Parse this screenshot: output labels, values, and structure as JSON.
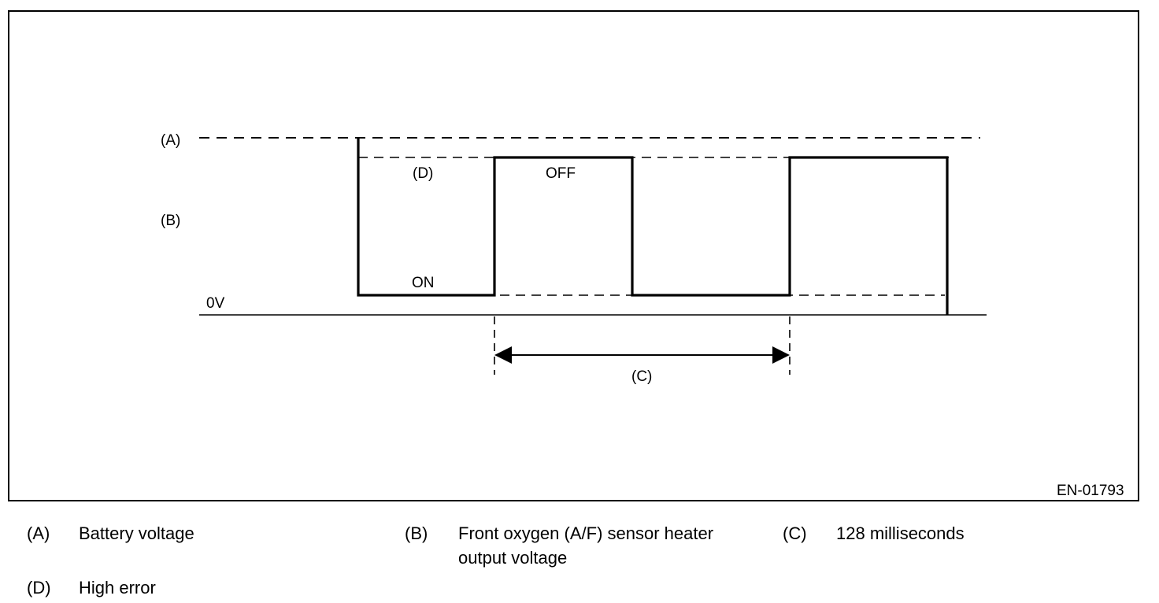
{
  "diagram": {
    "labels": {
      "a": "(A)",
      "b": "(B)",
      "d": "(D)",
      "c": "(C)",
      "zero_volt": "0V",
      "off": "OFF",
      "on": "ON",
      "figure_id": "EN-01793"
    }
  },
  "legend": [
    {
      "key": "(A)",
      "text": "Battery voltage"
    },
    {
      "key": "(B)",
      "text": "Front oxygen (A/F) sensor heater output voltage"
    },
    {
      "key": "(C)",
      "text": "128 milliseconds"
    },
    {
      "key": "(D)",
      "text": "High error"
    }
  ]
}
